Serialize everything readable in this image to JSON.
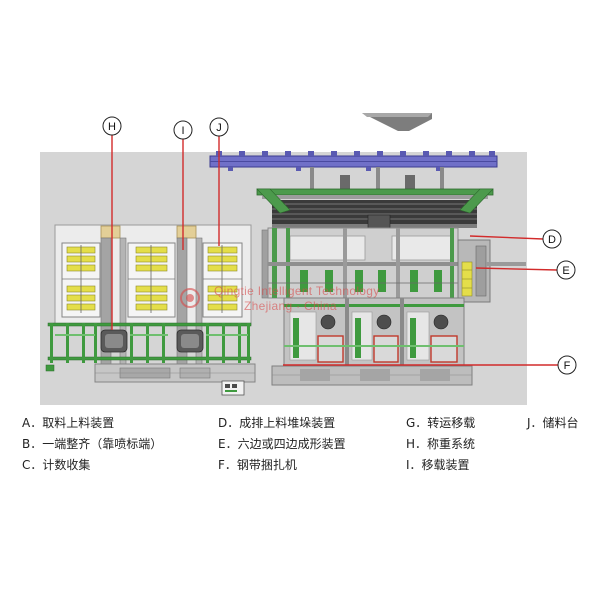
{
  "diagram": {
    "callouts": {
      "h": "H",
      "i": "I",
      "j": "J",
      "d": "D",
      "e": "E",
      "f": "F"
    },
    "watermark": {
      "line1": "Qingtie Intelligent Technology",
      "line2": "Zhejiang · China"
    },
    "colors": {
      "leader_line": "#d22b2b",
      "frame_green": "#3f9a3f",
      "material_yellow": "#e4de4a",
      "rail_purple": "#7070c8",
      "background_gray": "#d5d5d5"
    }
  },
  "legend": {
    "items": [
      {
        "text": "A．取料上料装置"
      },
      {
        "text": "D．成排上料堆垛装置"
      },
      {
        "text": "G．转运移载"
      },
      {
        "text": "J．储料台"
      },
      {
        "text": "B．一端整齐（靠喷标端）"
      },
      {
        "text": "E．六边或四边成形装置"
      },
      {
        "text": "H．称重系统"
      },
      {
        "text": "C．计数收集"
      },
      {
        "text": "F．钢带捆扎机"
      },
      {
        "text": "I．移载装置"
      }
    ]
  }
}
